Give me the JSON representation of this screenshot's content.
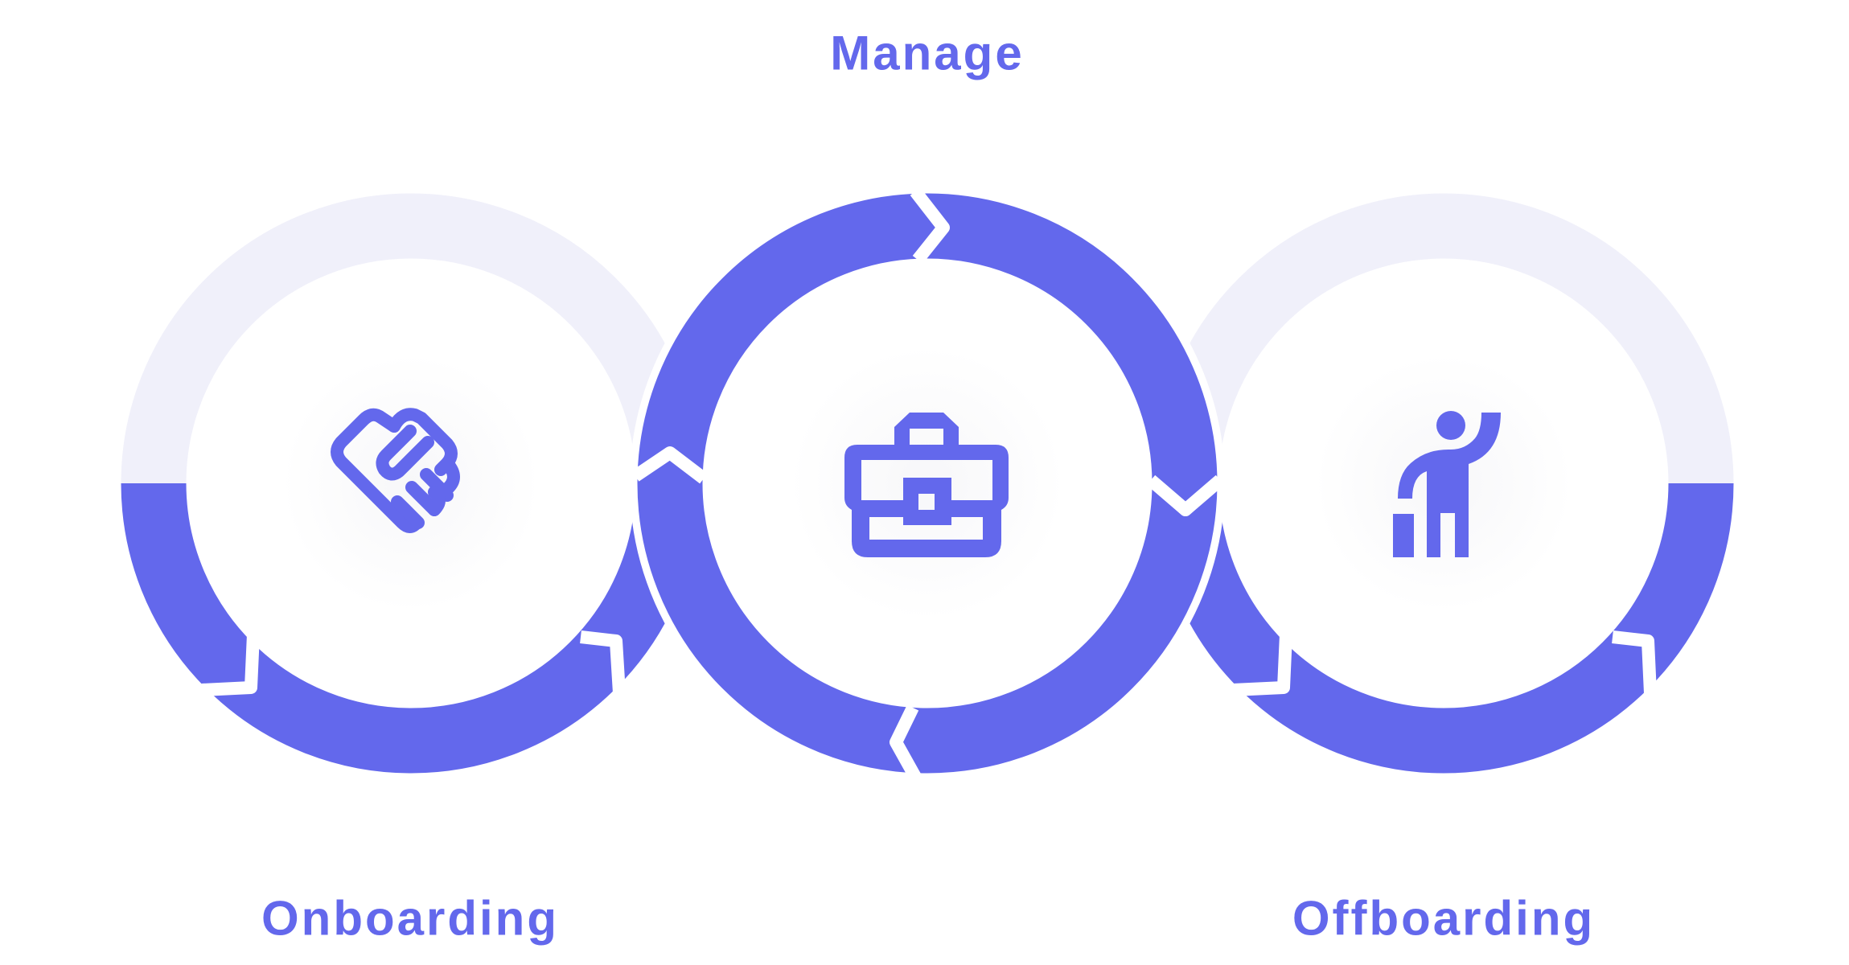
{
  "colors": {
    "accent": "#6368EC",
    "muted": "#F0F0FA",
    "background": "#FFFFFF"
  },
  "stages": [
    {
      "label": "Onboarding",
      "icon": "handshake-icon"
    },
    {
      "label": "Manage",
      "icon": "briefcase-icon"
    },
    {
      "label": "Offboarding",
      "icon": "person-raising-hand-icon"
    }
  ]
}
